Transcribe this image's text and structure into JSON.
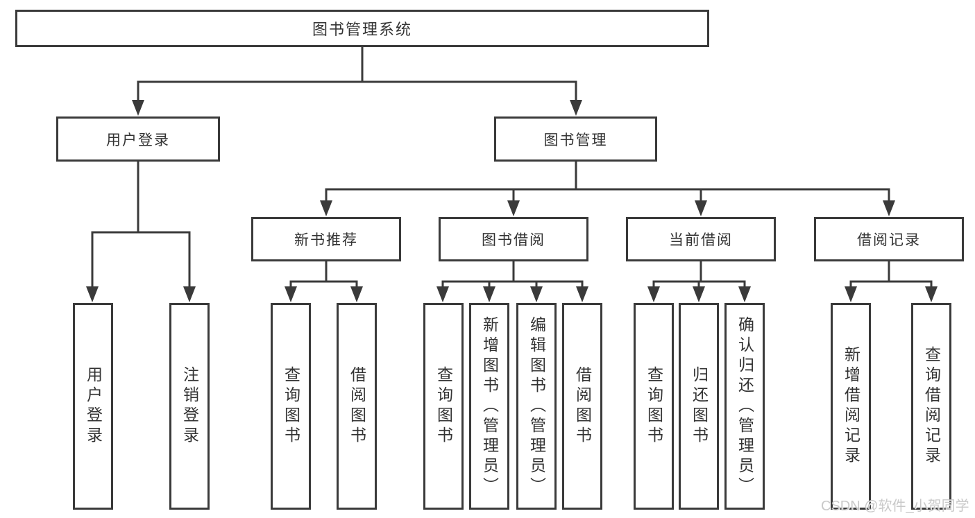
{
  "diagram": {
    "kind": "function-structure-tree",
    "tree": {
      "root": "图书管理系统",
      "branches": [
        {
          "label": "用户登录",
          "children": [
            "用户登录",
            "注销登录"
          ]
        },
        {
          "label": "图书管理",
          "groups": [
            {
              "label": "新书推荐",
              "children": [
                "查询图书",
                "借阅图书"
              ]
            },
            {
              "label": "图书借阅",
              "children": [
                "查询图书",
                "新增图书（管理员）",
                "编辑图书（管理员）",
                "借阅图书"
              ]
            },
            {
              "label": "当前借阅",
              "children": [
                "查询图书",
                "归还图书",
                "确认归还（管理员）"
              ]
            },
            {
              "label": "借阅记录",
              "children": [
                "新增借阅记录",
                "查询借阅记录"
              ]
            }
          ]
        }
      ]
    },
    "colors": {
      "line": "#3a3a3a",
      "text": "#333333",
      "background": "#ffffff",
      "watermark": "#c6c6c6"
    }
  },
  "watermark": {
    "text": "CSDN @软件_小贺同学"
  }
}
